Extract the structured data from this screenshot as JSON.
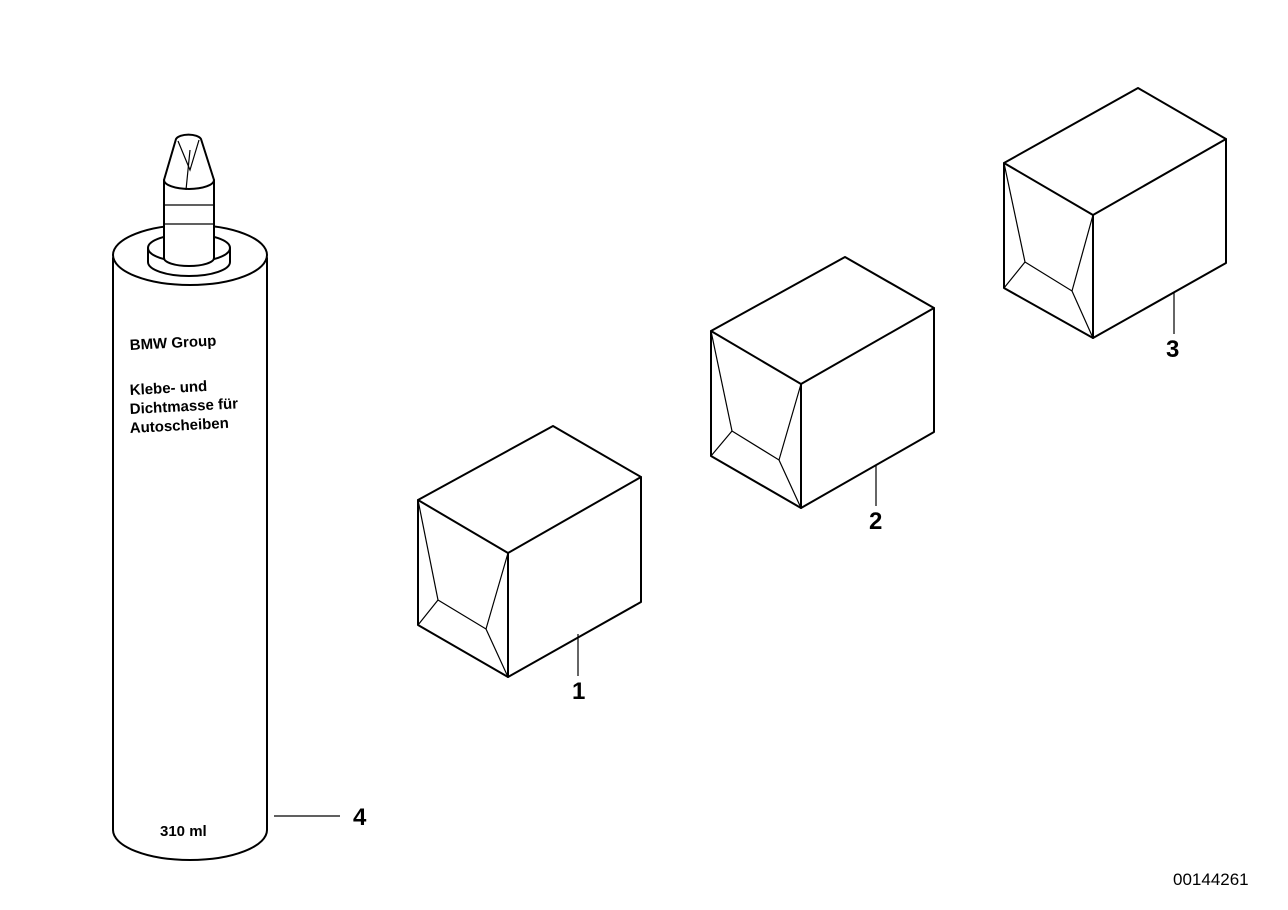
{
  "tube": {
    "brand": "BMW Group",
    "product_line1": "Klebe- und",
    "product_line2": "Dichtmasse für",
    "product_line3": "Autoscheiben",
    "volume": "310 ml"
  },
  "callouts": {
    "item1": "1",
    "item2": "2",
    "item3": "3",
    "item4": "4"
  },
  "document_id": "00144261"
}
